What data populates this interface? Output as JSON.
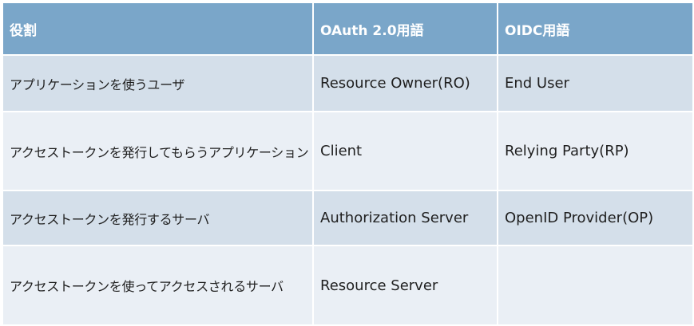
{
  "table": {
    "headers": [
      "役割",
      "OAuth 2.0用語",
      "OIDC用語"
    ],
    "rows": [
      {
        "role": "アプリケーションを使うユーザ",
        "oauth": "Resource Owner(RO)",
        "oidc": "End User"
      },
      {
        "role": "アクセストークンを発行してもらうアプリケーション",
        "oauth": "Client",
        "oidc": "Relying Party(RP)"
      },
      {
        "role": "アクセストークンを発行するサーバ",
        "oauth": "Authorization Server",
        "oidc": "OpenID Provider(OP)"
      },
      {
        "role": "アクセストークンを使ってアクセスされるサーバ",
        "oauth": "Resource Server",
        "oidc": ""
      }
    ]
  },
  "colors": {
    "header_bg": "#7aa6c9",
    "header_text": "#ffffff",
    "row_dark": "#d4dfea",
    "row_light": "#eaeff5",
    "body_text": "#1f1f1f"
  }
}
